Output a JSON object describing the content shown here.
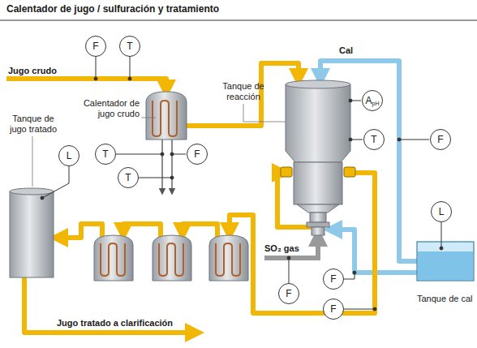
{
  "diagram": {
    "title": "Calentador de jugo / sulfuración y tratamiento",
    "nodes": [
      {
        "text": [
          "F"
        ]
      },
      {
        "text": [
          "T"
        ]
      },
      {
        "text": [
          "A",
          "pH"
        ]
      },
      {
        "text": [
          "T"
        ]
      },
      {
        "text": [
          "F"
        ]
      },
      {
        "text": [
          "L"
        ]
      },
      {
        "text": [
          "T"
        ]
      },
      {
        "text": [
          "F"
        ]
      },
      {
        "text": [
          "T"
        ]
      },
      {
        "text": [
          "L"
        ]
      },
      {
        "text": [
          "F"
        ]
      },
      {
        "text": [
          "F"
        ]
      },
      {
        "text": [
          "F"
        ]
      }
    ],
    "labels": [
      "Jugo crudo",
      "Calentador de jugo crudo",
      "Tanque de reacción",
      "Cal",
      "Tanque de jugo tratado",
      "SO₂ gas",
      "Tanque de cal",
      "Jugo tratado a clarificación"
    ]
  }
}
